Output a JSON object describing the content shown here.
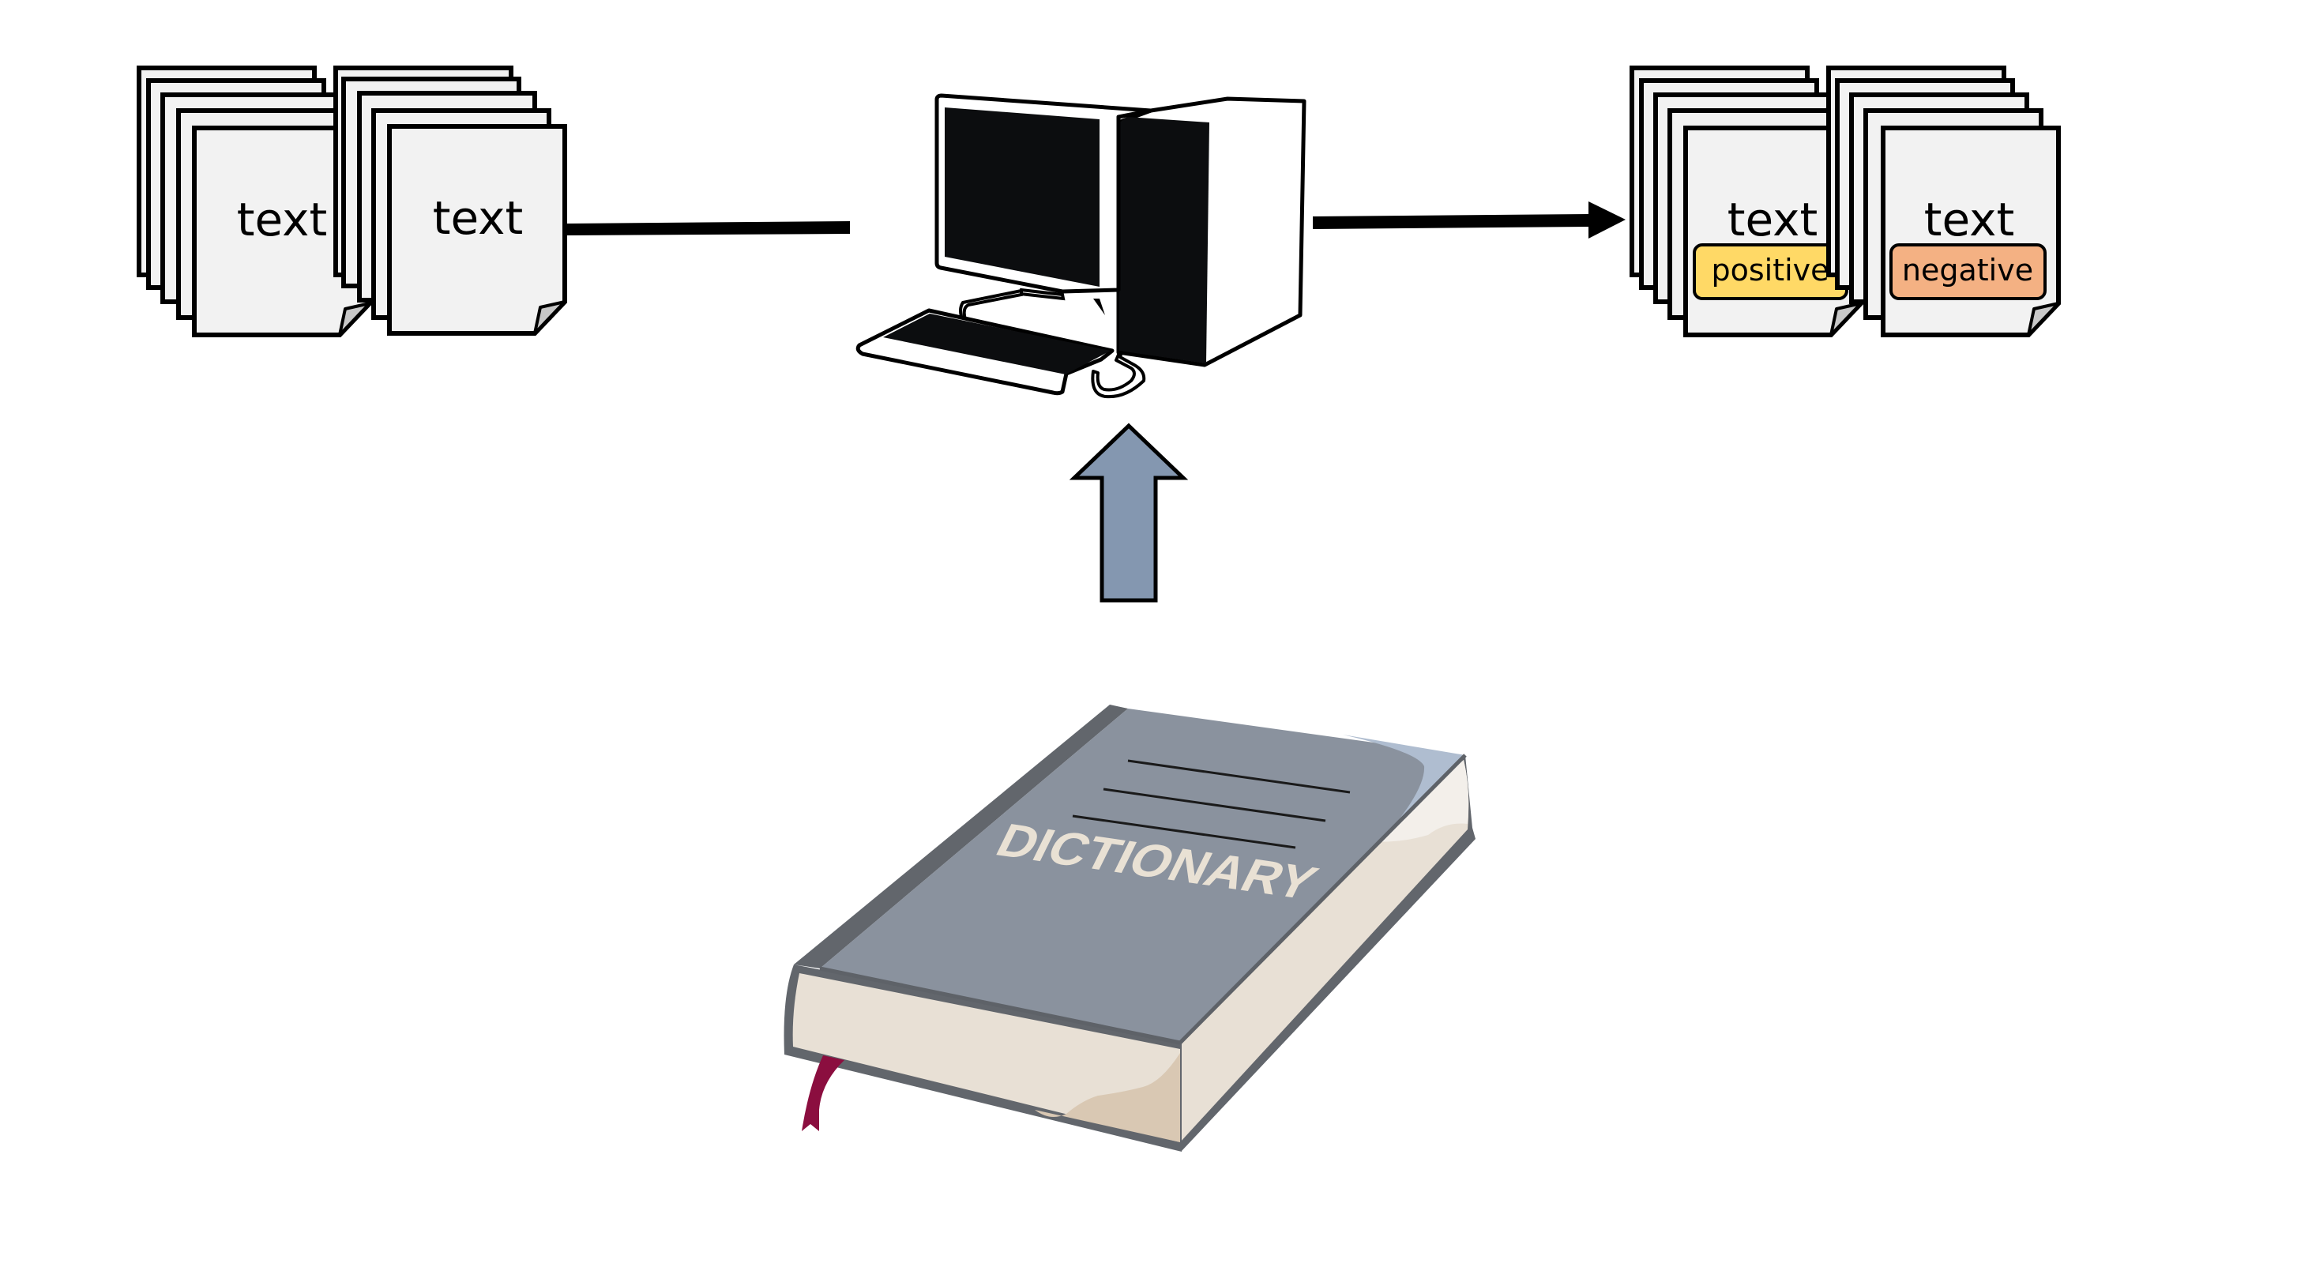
{
  "diagram": {
    "title": "Dictionary-based sentiment classification pipeline",
    "input_documents": {
      "stacks": [
        {
          "label": "text"
        },
        {
          "label": "text"
        }
      ]
    },
    "processor": {
      "icon": "computer-icon"
    },
    "output_documents": {
      "stacks": [
        {
          "label": "text",
          "tag": "positive",
          "tag_color": "#FFD966"
        },
        {
          "label": "text",
          "tag": "negative",
          "tag_color": "#F4B183"
        }
      ]
    },
    "lexicon": {
      "icon": "book-icon",
      "cover_title": "DICTIONARY"
    },
    "colors": {
      "page_fill": "#F2F2F2",
      "up_arrow_fill": "#8497B0",
      "book_cover": "#8A929E",
      "book_spine": "#62666C",
      "book_pages": "#E8E0D5",
      "bookmark": "#8B0E3F"
    },
    "connectors": [
      {
        "from": "input_documents",
        "to": "processor",
        "type": "line"
      },
      {
        "from": "processor",
        "to": "output_documents",
        "type": "arrow"
      },
      {
        "from": "lexicon",
        "to": "processor",
        "type": "block-arrow"
      }
    ]
  }
}
